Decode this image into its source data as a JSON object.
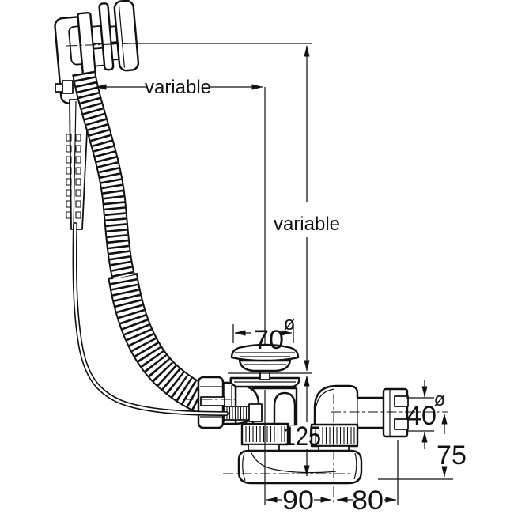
{
  "colors": {
    "background": "#ffffff",
    "line": "#111111"
  },
  "labels": {
    "dim_overflow_horizontal": "variable",
    "dim_overflow_vertical": "variable",
    "dim_cap_diameter": "70",
    "dim_cap_diameter_symbol": "ø",
    "dim_build_height": "125",
    "dim_outlet_diameter": "40",
    "dim_outlet_diameter_symbol": "ø",
    "dim_outlet_centre_to_base": "75",
    "dim_centre_to_trap_inlet": "90",
    "dim_trap_inlet_to_outlet": "80"
  }
}
